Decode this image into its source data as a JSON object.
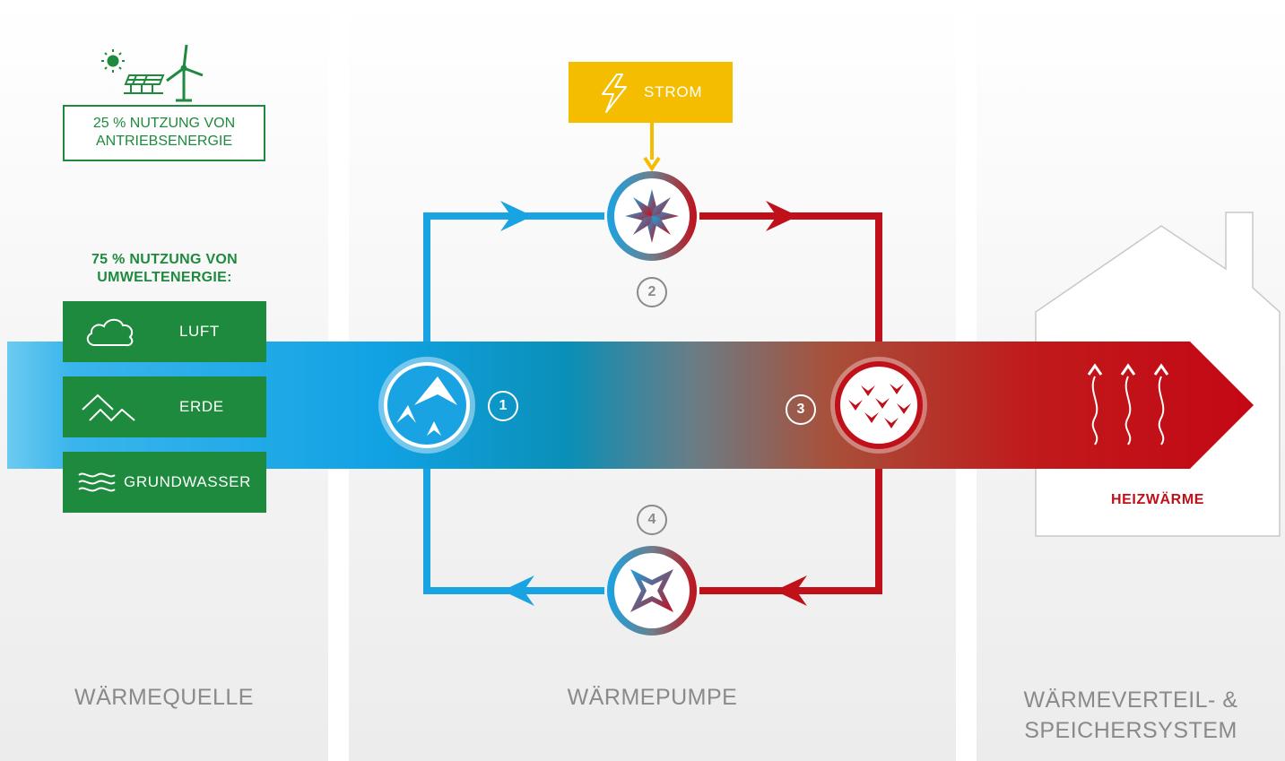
{
  "columns": {
    "source_title": "WÄRMEQUELLE",
    "pump_title": "WÄRMEPUMPE",
    "system_title_line1": "WÄRMEVERTEIL- &",
    "system_title_line2": "SPEICHERSYSTEM"
  },
  "drive_energy": {
    "line1": "25 % NUTZUNG VON",
    "line2": "ANTRIEBSENERGIE"
  },
  "environment_energy": {
    "line1": "75 % NUTZUNG VON",
    "line2": "UMWELTENERGIE:",
    "sources": [
      {
        "label": "LUFT",
        "icon": "cloud-icon"
      },
      {
        "label": "ERDE",
        "icon": "mountain-icon"
      },
      {
        "label": "GRUNDWASSER",
        "icon": "water-waves-icon"
      }
    ]
  },
  "power": {
    "label": "STROM",
    "icon": "lightning-bolt-icon"
  },
  "steps": {
    "s1": "1",
    "s2": "2",
    "s3": "3",
    "s4": "4"
  },
  "output": {
    "label": "HEIZWÄRME"
  },
  "colors": {
    "green": "#1e8a3e",
    "blue": "#1aa3e3",
    "red": "#c0101a",
    "yellow": "#f5bd00",
    "grey": "#8a8a8a"
  }
}
